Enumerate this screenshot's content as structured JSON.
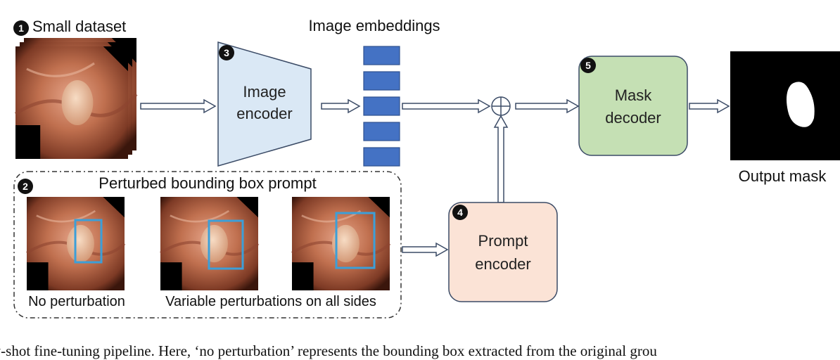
{
  "diagram": {
    "step1": {
      "number": "1",
      "label": "Small dataset"
    },
    "step2": {
      "number": "2",
      "label": "Perturbed bounding box prompt",
      "sub_left": "No perturbation",
      "sub_right": "Variable perturbations on all sides"
    },
    "step3": {
      "number": "3",
      "label_line1": "Image",
      "label_line2": "encoder"
    },
    "embeddings_label": "Image embeddings",
    "step4": {
      "number": "4",
      "label_line1": "Prompt",
      "label_line2": "encoder"
    },
    "step5": {
      "number": "5",
      "label_line1": "Mask",
      "label_line2": "decoder"
    },
    "output_label": "Output mask",
    "combine_symbol": "⊕"
  },
  "caption": "w-shot fine-tuning pipeline. Here, ‘no perturbation’ represents the bounding box extracted from the original grou",
  "colors": {
    "encoder_fill": "#dae8f5",
    "encoder_stroke": "#3b4b66",
    "embedding_fill": "#4472c4",
    "embedding_stroke": "#2f528f",
    "prompt_fill": "#fbe3d6",
    "decoder_fill": "#c5e0b4",
    "box_stroke": "#3c9fd8",
    "tissue": "#b5624a"
  }
}
